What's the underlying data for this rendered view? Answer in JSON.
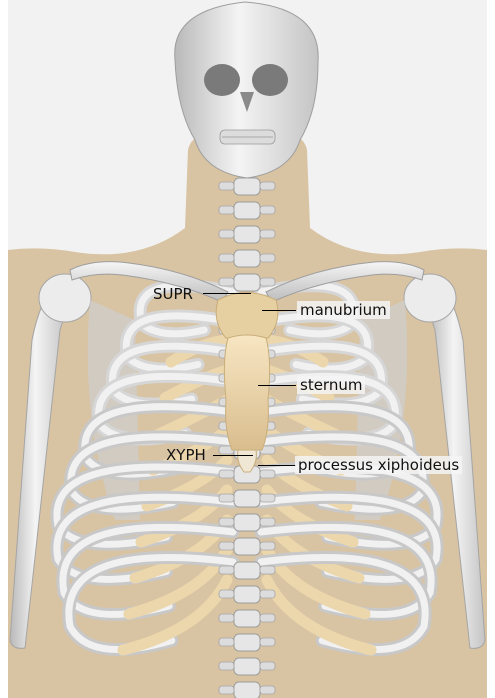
{
  "labels": {
    "supr": "SUPR",
    "manubrium": "manubrium",
    "sternum": "sternum",
    "xyph": "XYPH",
    "processus": "processus xiphoideus"
  },
  "colors": {
    "background": "#f2f2f2",
    "silhouette": "#d8c3a3",
    "bone": "#e9e9e9",
    "bone_shadow": "#bdbdbd",
    "highlight": "#f3dfb4",
    "highlight_dark": "#d4b88a"
  }
}
